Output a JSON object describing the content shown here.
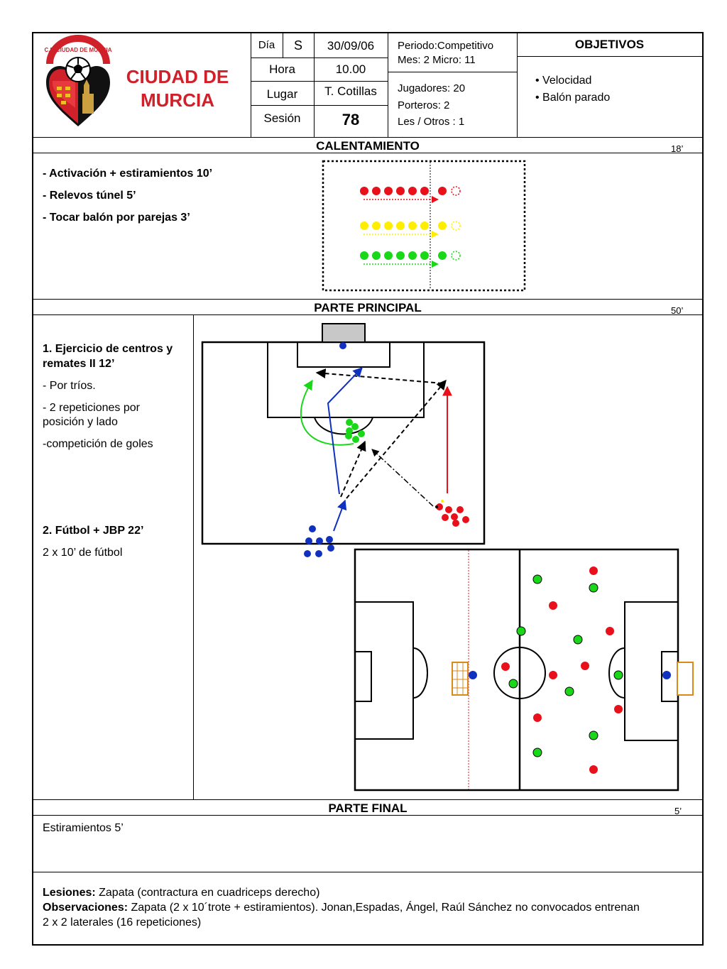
{
  "header": {
    "club_name_line1": "CIUDAD DE",
    "club_name_line2": "MURCIA",
    "dia_label": "Día",
    "dia_value": "S",
    "fecha": "30/09/06",
    "hora_label": "Hora",
    "hora_value": "10.00",
    "lugar_label": "Lugar",
    "lugar_value": "T. Cotillas",
    "sesion_label": "Sesión",
    "sesion_value": "78",
    "periodo": "Periodo:Competitivo",
    "mes_micro": "Mes: 2  Micro: 11",
    "jugadores": "Jugadores:  20",
    "porteros": "Porteros: 2",
    "les_otros": "Les / Otros : 1",
    "objetivos_title": "OBJETIVOS",
    "objetivos": [
      "Velocidad",
      "Balón parado"
    ]
  },
  "calentamiento": {
    "title": "CALENTAMIENTO",
    "duration": "18’",
    "items": [
      "-  Activación + estiramientos   10’",
      "-  Relevos túnel 5’",
      "- Tocar balón por parejas 3’"
    ]
  },
  "parte_principal": {
    "title": "PARTE PRINCIPAL",
    "duration": "50’",
    "ex1_title_line1": "1.  Ejercicio de centros y",
    "ex1_title_line2": "remates II  12’",
    "ex1_items": [
      "- Por tríos.",
      "- 2 repeticiones por",
      "posición y lado",
      "-competición de goles"
    ],
    "ex2_title": "2. Fútbol  + JBP  22’",
    "ex2_detail": "2 x 10’ de fútbol"
  },
  "parte_final": {
    "title": "PARTE FINAL",
    "duration": "5’",
    "text": "Estiramientos  5’"
  },
  "notes": {
    "lesiones_label": "Lesiones:",
    "lesiones_text": " Zapata (contractura en cuadriceps derecho)",
    "observaciones_label": "Observaciones:",
    "observaciones_text": " Zapata (2 x 10´trote + estiramientos). Jonan,Espadas, Ángel, Raúl Sánchez no convocados entrenan",
    "observaciones_line2": " 2 x 2 laterales (16 repeticiones)"
  },
  "logo": {
    "ring_text": "C.F. CIUDAD DE MURCIA"
  },
  "colors": {
    "club_red": "#d0202a",
    "red": "#e8101a",
    "yellow": "#ffee00",
    "green": "#18d818",
    "blue": "#1030c0"
  }
}
